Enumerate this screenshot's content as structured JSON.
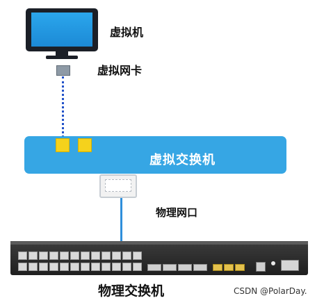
{
  "labels": {
    "vm": "虚拟机",
    "vnic": "虚拟网卡",
    "vswitch": "虚拟交换机",
    "physical_port": "物理网口",
    "physical_switch": "物理交换机"
  },
  "watermark": "CSDN @PolarDay.",
  "icons": [
    "monitor-icon",
    "nic-icon",
    "rj45-port-icon",
    "physical-switch-icon"
  ],
  "colors": {
    "vswitch": "#36a6e4",
    "vport": "#f5d21c",
    "dotted_link": "#2453c9",
    "cable": "#2f8fdb",
    "switch_body": "#1f1f1f"
  }
}
